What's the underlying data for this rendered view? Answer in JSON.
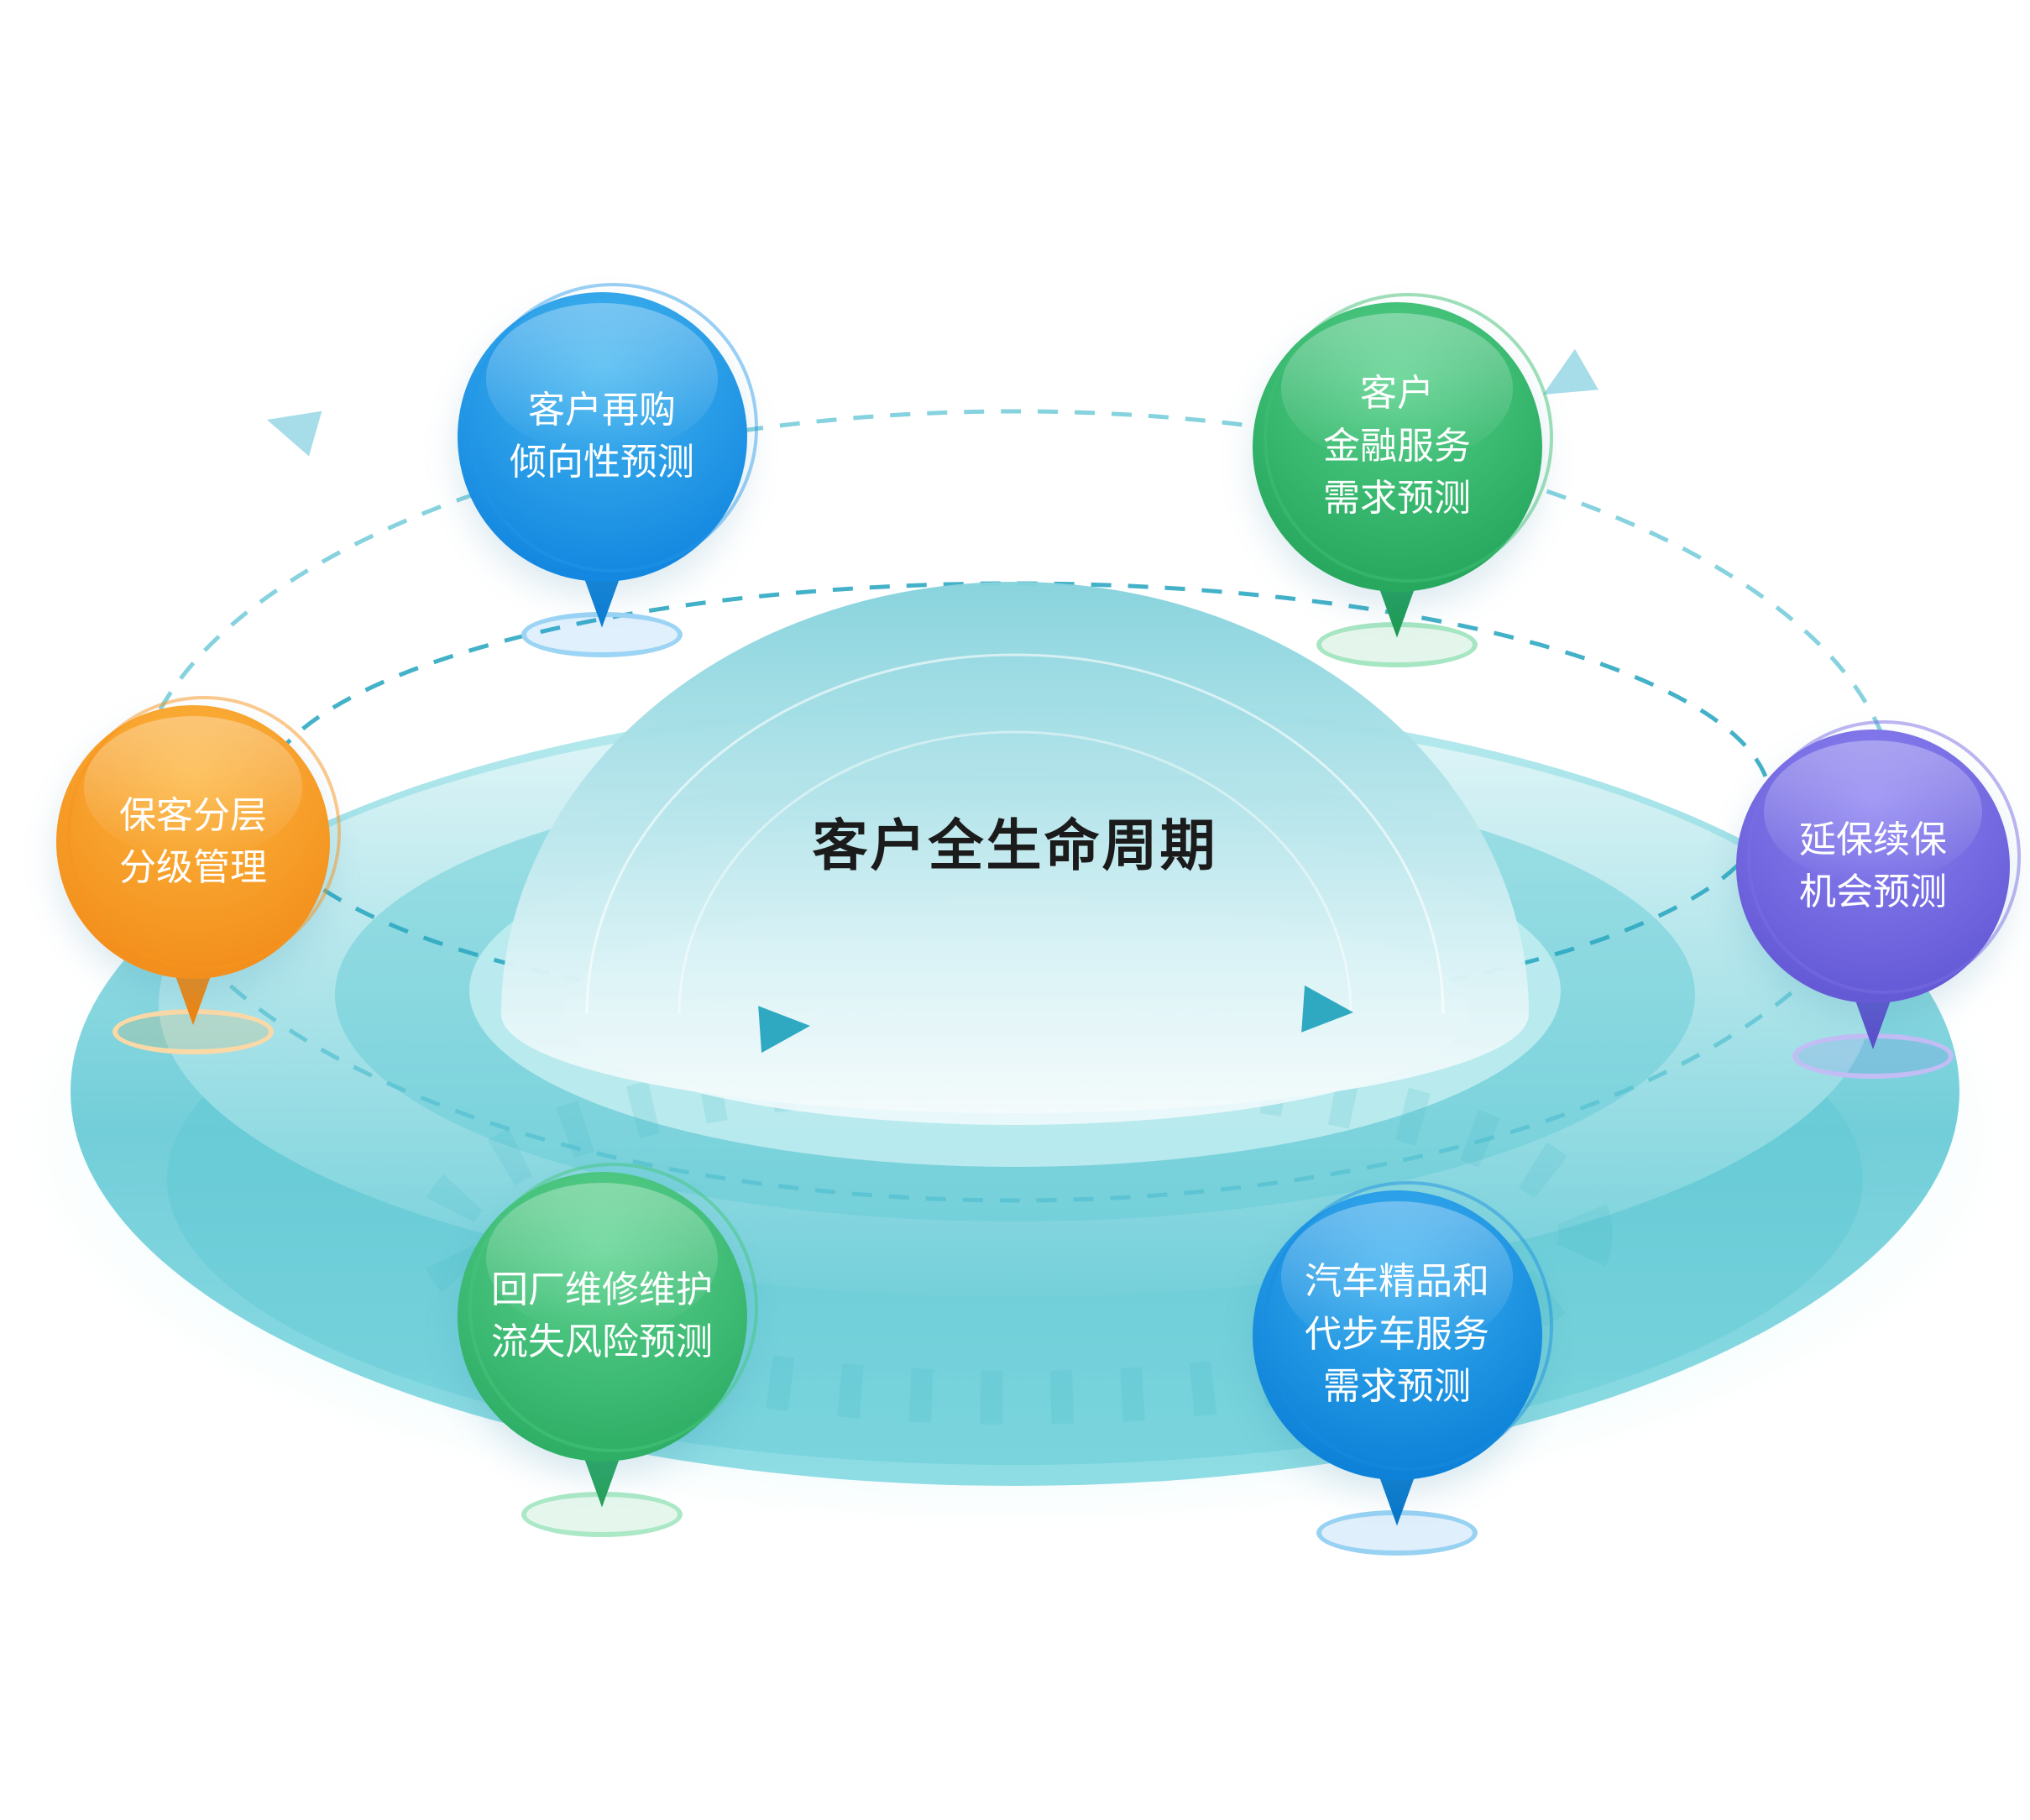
{
  "title": "客户全生命周期",
  "colors": {
    "platform_teal": "#5cc8d4",
    "orbit_dash": "#2fa9c2",
    "pin_blue": "#1d8fe0",
    "pin_green": "#2fae66",
    "pin_orange": "#f7941e",
    "pin_purple": "#6a5fd8"
  },
  "pins": [
    {
      "id": "repurchase-propensity",
      "color": "blue",
      "lines": [
        "客户再购",
        "倾向性预测"
      ]
    },
    {
      "id": "financial-services-demand",
      "color": "green",
      "lines": [
        "客户",
        "金融服务",
        "需求预测"
      ]
    },
    {
      "id": "retained-customer-tiering",
      "color": "orange",
      "lines": [
        "保客分层",
        "分级管理"
      ]
    },
    {
      "id": "warranty-renewal-opportunity",
      "color": "purple",
      "lines": [
        "延保续保",
        "机会预测"
      ]
    },
    {
      "id": "service-churn-risk",
      "color": "green",
      "lines": [
        "回厂维修维护",
        "流失风险预测"
      ]
    },
    {
      "id": "accessories-courtesy-car-demand",
      "color": "blue",
      "lines": [
        "汽车精品和",
        "代步车服务",
        "需求预测"
      ]
    }
  ]
}
